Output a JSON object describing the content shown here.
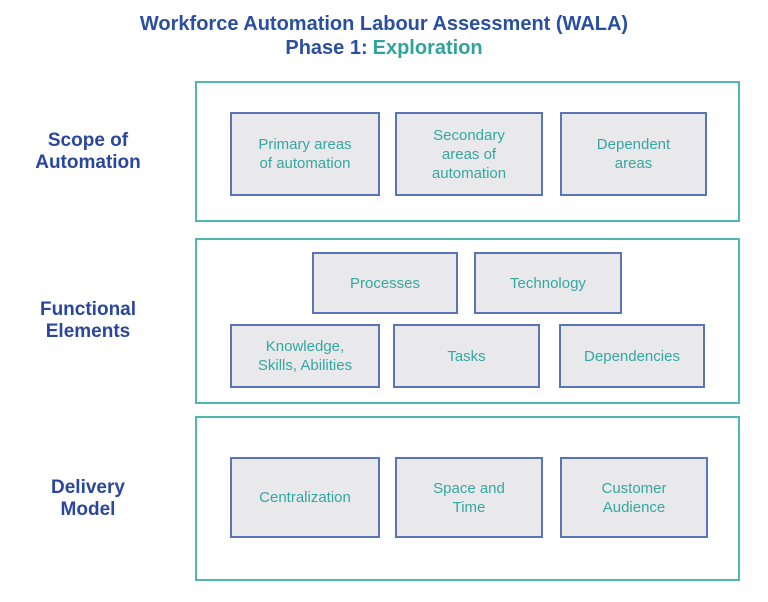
{
  "title": {
    "line1": "Workforce Automation Labour Assessment (WALA)",
    "phase_label": "Phase 1:",
    "phase_name": "Exploration"
  },
  "colors": {
    "heading_blue": "#2a4fa2",
    "label_blue": "#2a479b",
    "teal_text": "#34a7a1",
    "section_border_teal": "#4fb8b2",
    "box_border_blue": "#5b73b7",
    "box_fill_gray": "#e9e9ec"
  },
  "sections": [
    {
      "label": "Scope of\nAutomation",
      "boxes": [
        "Primary areas\nof automation",
        "Secondary\nareas of\nautomation",
        "Dependent\nareas"
      ]
    },
    {
      "label": "Functional\nElements",
      "rows": [
        [
          "Processes",
          "Technology"
        ],
        [
          "Knowledge,\nSkills, Abilities",
          "Tasks",
          "Dependencies"
        ]
      ]
    },
    {
      "label": "Delivery\nModel",
      "boxes": [
        "Centralization",
        "Space and\nTime",
        "Customer\nAudience"
      ]
    }
  ]
}
